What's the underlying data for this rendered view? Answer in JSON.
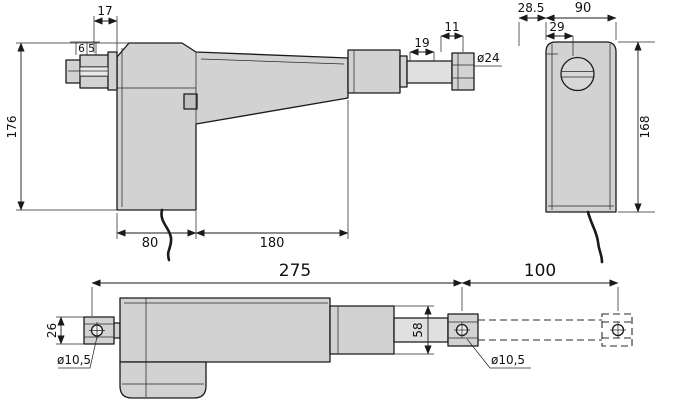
{
  "colors": {
    "background": "#ffffff",
    "body": "#d2d2d2",
    "body_light": "#e0e0e0",
    "body_dark": "#c0c0c0",
    "hole": "#f0f0f0",
    "line": "#1a1a1a",
    "dim_text": "#111111",
    "dia_text": "#858585"
  },
  "side": {
    "d17": "17",
    "d6": "6",
    "d5": "5",
    "d176": "176",
    "d80": "80",
    "d180": "180",
    "d19": "19",
    "d11": "11",
    "dia24": "ø24"
  },
  "front": {
    "d28_5": "28.5",
    "d90": "90",
    "d29": "29",
    "d168": "168"
  },
  "bottom": {
    "d275": "275",
    "d100": "100",
    "d26": "26",
    "d58": "58",
    "dia10_5_left": "ø10,5",
    "dia10_5_right": "ø10,5"
  }
}
